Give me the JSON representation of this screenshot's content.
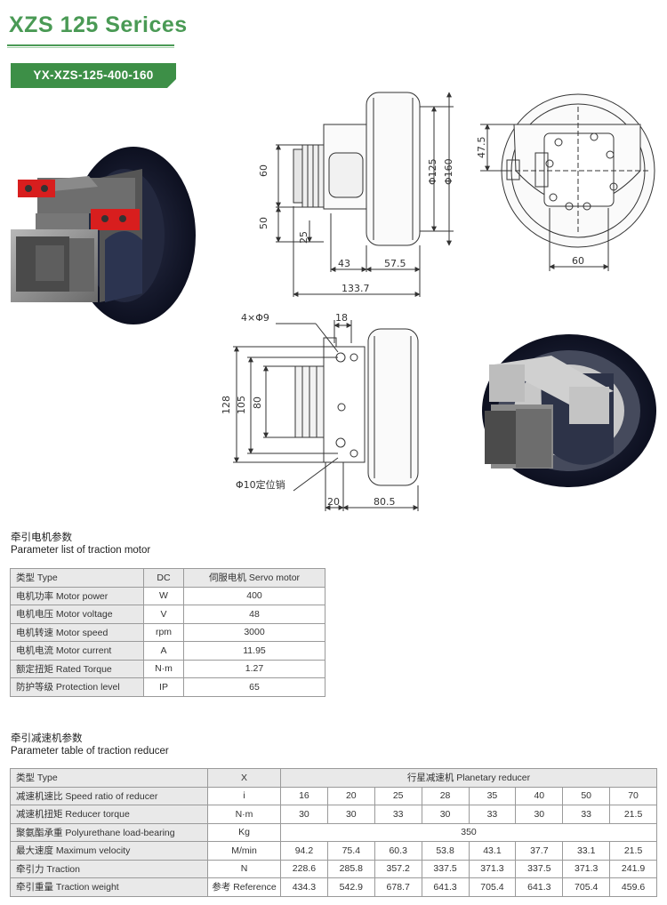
{
  "header": {
    "series_title": "XZS 125 Serices",
    "model": "YX-XZS-125-400-160"
  },
  "dimensions": {
    "top": [
      "60",
      "50",
      "25",
      "43",
      "57.5",
      "133.7",
      "Φ125",
      "Φ160"
    ],
    "right": [
      "47.5",
      "60"
    ],
    "bottom": [
      "4×Φ9",
      "18",
      "128",
      "105",
      "80",
      "Φ10定位销",
      "20",
      "80.5"
    ]
  },
  "motor_section": {
    "title_cn": "牵引电机参数",
    "title_en": "Parameter list of traction motor",
    "rows": [
      {
        "label": "类型 Type",
        "unit": "DC",
        "value": "伺服电机 Servo motor"
      },
      {
        "label": "电机功率 Motor power",
        "unit": "W",
        "value": "400"
      },
      {
        "label": "电机电压 Motor voltage",
        "unit": "V",
        "value": "48"
      },
      {
        "label": "电机转速 Motor speed",
        "unit": "rpm",
        "value": "3000"
      },
      {
        "label": "电机电流 Motor current",
        "unit": "A",
        "value": "11.95"
      },
      {
        "label": "额定扭矩 Rated Torque",
        "unit": "N·m",
        "value": "1.27"
      },
      {
        "label": "防护等级 Protection level",
        "unit": "IP",
        "value": "65"
      }
    ]
  },
  "reducer_section": {
    "title_cn": "牵引减速机参数",
    "title_en": "Parameter table of traction reducer",
    "type_row": {
      "label": "类型 Type",
      "unit": "X",
      "value": "行星减速机 Planetary reducer"
    },
    "rows": [
      {
        "label": "减速机速比 Speed ratio of reducer",
        "unit": "i",
        "values": [
          "16",
          "20",
          "25",
          "28",
          "35",
          "40",
          "50",
          "70"
        ]
      },
      {
        "label": "减速机扭矩 Reducer torque",
        "unit": "N·m",
        "values": [
          "30",
          "30",
          "33",
          "30",
          "33",
          "30",
          "33",
          "21.5"
        ]
      },
      {
        "label": "最大速度 Maximum velocity",
        "unit": "M/min",
        "values": [
          "94.2",
          "75.4",
          "60.3",
          "53.8",
          "43.1",
          "37.7",
          "33.1",
          "21.5"
        ]
      },
      {
        "label": "牵引力 Traction",
        "unit": "N",
        "values": [
          "228.6",
          "285.8",
          "357.2",
          "337.5",
          "371.3",
          "337.5",
          "371.3",
          "241.9"
        ]
      },
      {
        "label": "牵引重量 Traction weight",
        "unit": "参考 Reference",
        "values": [
          "434.3",
          "542.9",
          "678.7",
          "641.3",
          "705.4",
          "641.3",
          "705.4",
          "459.6"
        ]
      }
    ],
    "load_row": {
      "label": "聚氨酯承重 Polyurethane load-bearing",
      "unit": "Kg",
      "value": "350"
    }
  },
  "colors": {
    "brand_green": "#4a9a55",
    "banner_green": "#3d8f47",
    "wheel_tread": "#161a2b",
    "mount_red": "#d81e1e",
    "table_label_bg": "#e9e9e9"
  }
}
